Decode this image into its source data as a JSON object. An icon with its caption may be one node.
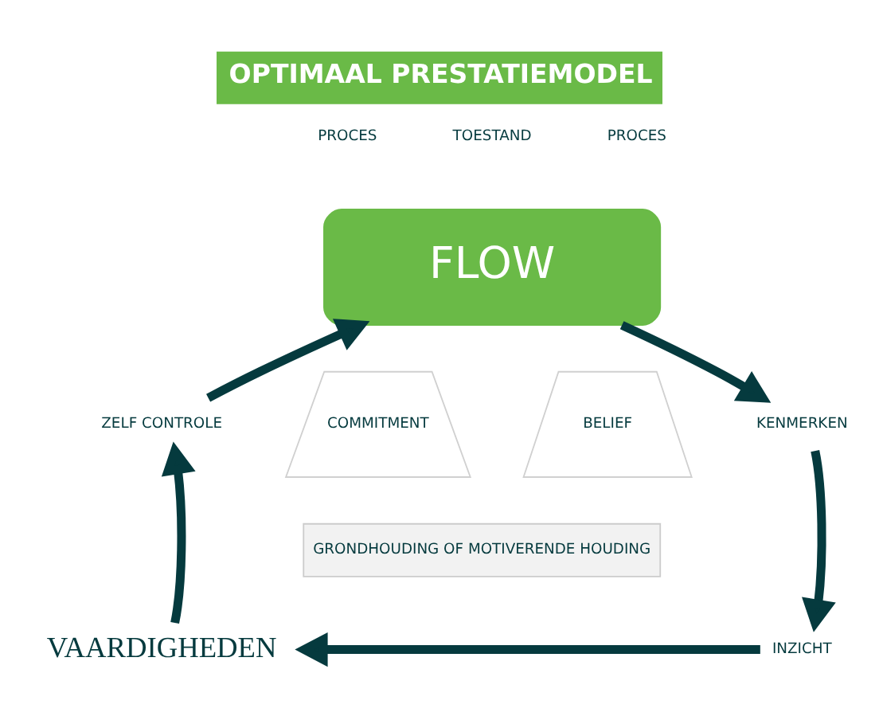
{
  "diagram": {
    "title": "OPTIMAAL PRESTATIEMODEL",
    "nodes": [
      {
        "text": [
          "FLOW"
        ]
      },
      {
        "text": [
          "KENMERKEN"
        ]
      },
      {
        "text": [
          "INZICHT"
        ]
      },
      {
        "text": [
          "VAARDIGHEDEN"
        ]
      },
      {
        "text": [
          "ZELF CONTROLE"
        ]
      },
      {
        "text": [
          "COMMITMENT"
        ]
      },
      {
        "text": [
          "BELIEF"
        ]
      },
      {
        "text": [
          "GRONDHOUDING OF MOTIVERENDE HOUDING"
        ]
      }
    ],
    "edges": [
      {
        "from": 0,
        "to": 1,
        "arrow": "to"
      },
      {
        "from": 1,
        "to": 2,
        "arrow": "to"
      },
      {
        "from": 2,
        "to": 3,
        "arrow": "to"
      },
      {
        "from": 3,
        "to": 4,
        "arrow": "to"
      },
      {
        "from": 4,
        "to": 0,
        "arrow": "to"
      }
    ],
    "labels": [
      "PROCES",
      "TOESTAND",
      "PROCES"
    ]
  }
}
